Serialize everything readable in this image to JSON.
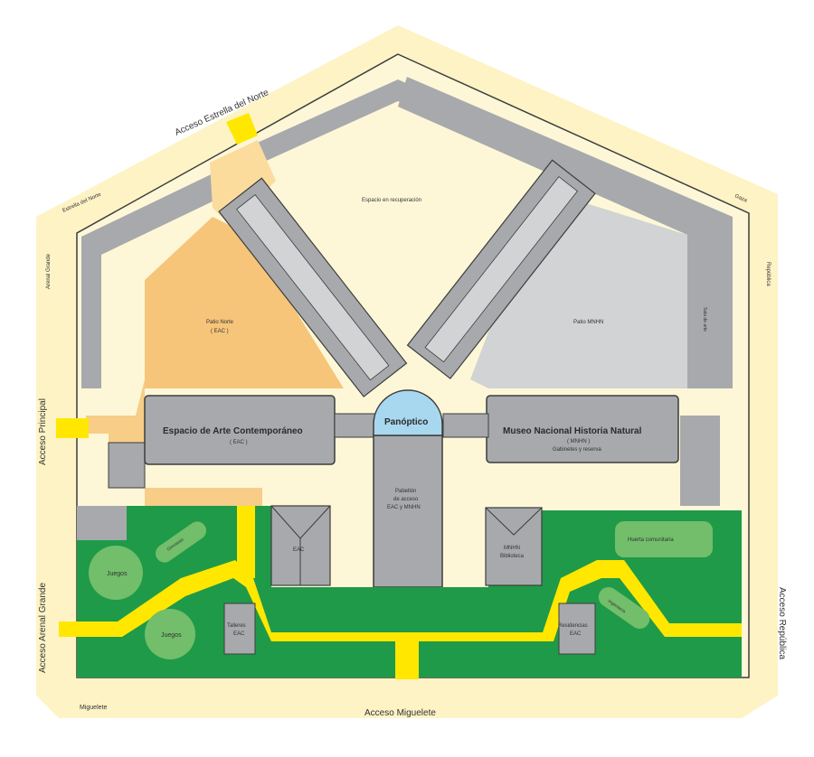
{
  "labels": {
    "acceso_estrella": "Acceso Estrella del Norte",
    "estrella_norte": "Estrella del Norte",
    "arenal_grande_top": "Arenal Grande",
    "acceso_principal": "Acceso Principal",
    "acceso_arenal_grande": "Acceso Arenal Grande",
    "miguelete_street": "Miguelete",
    "acceso_miguelete": "Acceso Miguelete",
    "acceso_republica": "Acceso República",
    "republica_street": "República",
    "gaza_street": "Gaza",
    "espacio_recuperacion": "Espacio en recuperación",
    "patio_norte": "Patio Norte",
    "patio_norte_sub": "( EAC )",
    "patio_mnhn": "Patio MNHN",
    "sala_vertical": "Sala de arte",
    "panoptico": "Panóptico",
    "eac_title": "Espacio de Arte Contemporáneo",
    "eac_sub": "( EAC )",
    "mnhn_title": "Museo Nacional Historia Natural",
    "mnhn_sub": "( MNHN )",
    "mnhn_sub2": "Gabinetes y reserva",
    "pabellon_1": "Pabellón",
    "pabellon_2": "de acceso",
    "pabellon_3": "EAC y MNHN",
    "eac_small": "EAC",
    "mnhn_bib_1": "MNHN",
    "mnhn_bib_2": "Biblioteca",
    "huerta": "Huerta comunitaria",
    "juegos_1": "Juegos",
    "juegos_2": "Juegos",
    "green_pill_left": "Gimnasio",
    "green_pill_right": "Ingeniería",
    "talleres_1": "Talleres",
    "talleres_2": "EAC",
    "residencias_1": "Residencias",
    "residencias_2": "EAC"
  },
  "colors": {
    "outer_border": "#fdf3c5",
    "inner_cream": "#fdf7d8",
    "gray_building": "#a7a9ac",
    "light_gray": "#d1d3d4",
    "orange_patio": "#f6c57a",
    "light_orange": "#fbdc9d",
    "green_park": "#1f9a48",
    "light_green": "#72be6b",
    "yellow_path": "#ffe700",
    "blue_panoptico": "#a8d8ef",
    "outline": "#3d3d3d"
  }
}
